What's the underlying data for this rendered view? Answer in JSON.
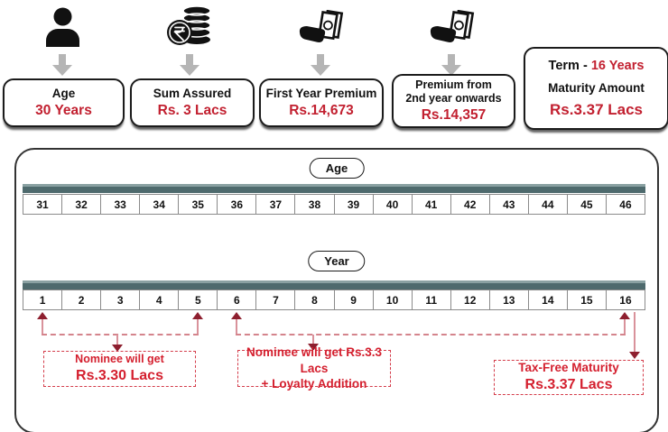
{
  "colors": {
    "value_red": "#c22030",
    "annotation_red": "#d41f2e",
    "arrowhead_maroon": "#8e1f2f",
    "connector_pink": "#d9929b",
    "timeline_teal_dark": "#4e6a6d",
    "timeline_teal_light": "#8aa1a2",
    "block_arrow_gray": "#b5b5b5"
  },
  "summary": {
    "items": [
      {
        "icon": "person-icon",
        "label": "Age",
        "value": "30 Years"
      },
      {
        "icon": "rupee-coins-icon",
        "label": "Sum Assured",
        "value": "Rs. 3 Lacs"
      },
      {
        "icon": "cash-in-hand-icon",
        "label": "First Year Premium",
        "value": "Rs.14,673"
      },
      {
        "icon": "cash-in-hand-icon",
        "label": "Premium from",
        "label2": "2nd year onwards",
        "value": "Rs.14,357"
      }
    ],
    "term_box": {
      "term_label": "Term  -",
      "term_value": "16 Years",
      "maturity_label": "Maturity Amount",
      "maturity_value": "Rs.3.37 Lacs"
    }
  },
  "timeline": {
    "age_label": "Age",
    "ages": [
      "31",
      "32",
      "33",
      "34",
      "35",
      "36",
      "37",
      "38",
      "39",
      "40",
      "41",
      "42",
      "43",
      "44",
      "45",
      "46"
    ],
    "year_label": "Year",
    "years": [
      "1",
      "2",
      "3",
      "4",
      "5",
      "6",
      "7",
      "8",
      "9",
      "10",
      "11",
      "12",
      "13",
      "14",
      "15",
      "16"
    ],
    "annotations": [
      {
        "line1": "Nominee will get",
        "line2": "Rs.3.30 Lacs"
      },
      {
        "line1": "Nominee will get Rs.3.3 Lacs",
        "line2": "+ Loyalty Addition"
      },
      {
        "line1": "Tax-Free Maturity",
        "line2": "Rs.3.37 Lacs"
      }
    ]
  }
}
